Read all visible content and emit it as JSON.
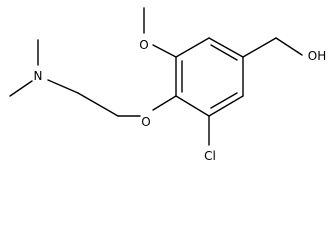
{
  "molecule": {
    "atoms": {
      "oxygen_methoxy": "O",
      "oxygen_ether": "O",
      "nitrogen": "N",
      "chlorine": "Cl",
      "hydroxyl": "OH"
    }
  }
}
